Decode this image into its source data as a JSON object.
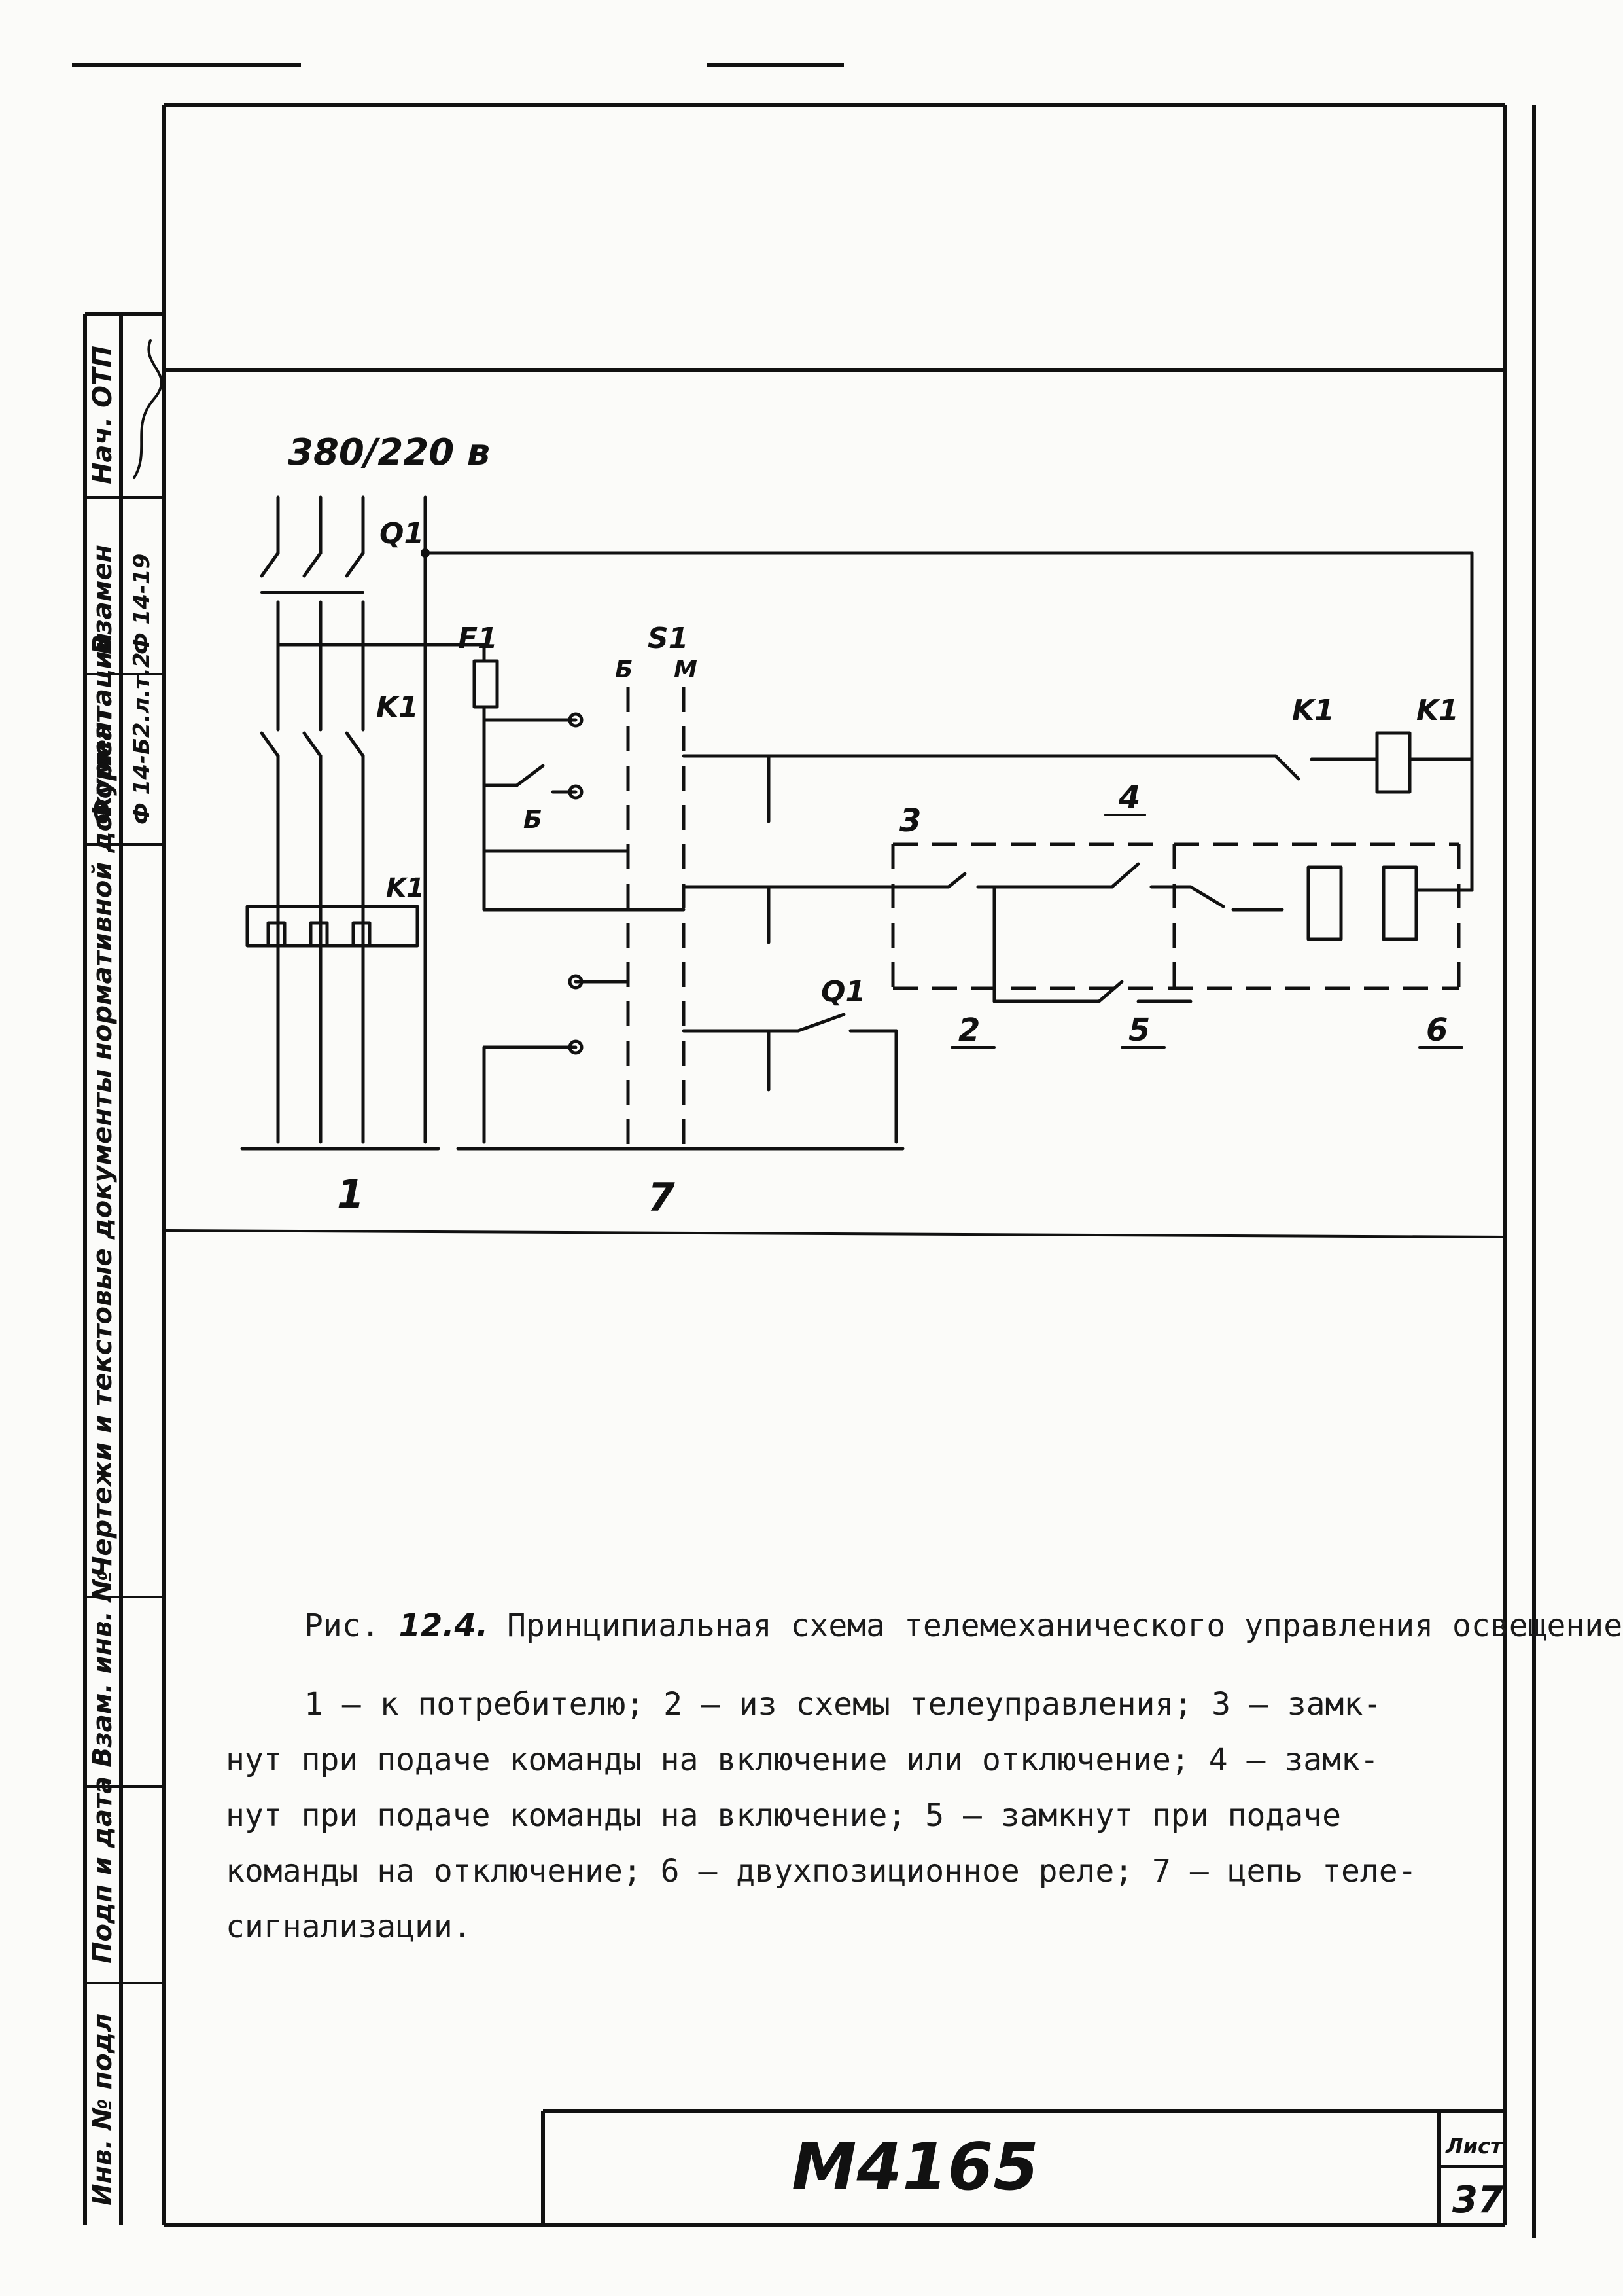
{
  "stamp": {
    "fields": [
      {
        "label": "Инв. № подл"
      },
      {
        "label": "Подп и дата"
      },
      {
        "label": "Взам. инв. №"
      },
      {
        "label": "Чертежи и текстовые документы нормативной документации"
      },
      {
        "label": "Формат",
        "value": "Ф 14-Б2.л.т.2"
      },
      {
        "label": "Взамен",
        "value": "Ф 14-19"
      },
      {
        "label": "Нач. ОТП"
      }
    ]
  },
  "diagram": {
    "voltage": "380/220 в",
    "labels": {
      "q1_main": "Q1",
      "k1_contacts": "K1",
      "k1_thermal": "K1",
      "f1": "F1",
      "s1": "S1",
      "s1_b": "Б",
      "s1_m": "М",
      "switch_b": "Б",
      "k1_aux": "K1",
      "k1_coil": "K1",
      "q1_aux": "Q1",
      "n1": "1",
      "n2": "2",
      "n3": "3",
      "n4": "4",
      "n5": "5",
      "n6": "6",
      "n7": "7"
    }
  },
  "caption": {
    "title_prefix": "Рис.",
    "figure_number": "12.4.",
    "title_text": "Принципиальная схема телемеханического управления освещением.",
    "legend_lines": [
      "1 — к потребителю; 2 — из схемы телеуправления; 3 — замк-",
      "нут при подаче команды на включение или отключение; 4 — замк-",
      "нут при подаче команды на включение; 5 — замкнут при подаче",
      "команды на отключение; 6 — двухпозиционное реле; 7 — цепь теле-",
      "сигнализации."
    ]
  },
  "title_block": {
    "doc_number": "М4165",
    "sheet_label": "Лист",
    "sheet_number": "37"
  }
}
